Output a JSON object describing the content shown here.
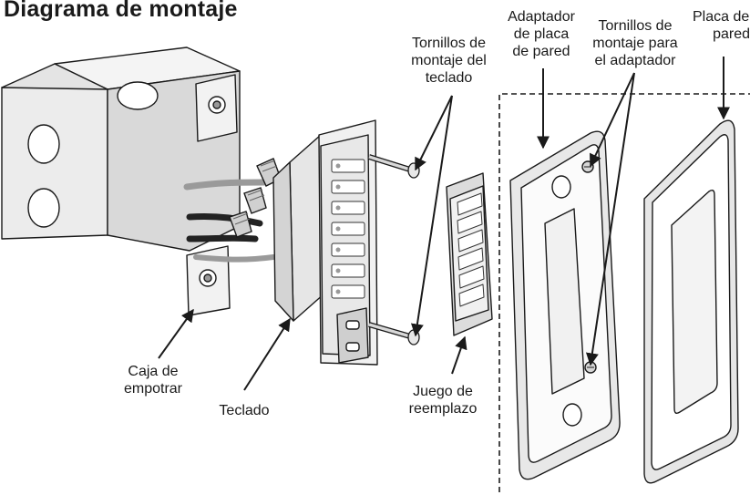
{
  "title": "Diagrama de montaje",
  "labels": {
    "caja": [
      "Caja de",
      "empotrar"
    ],
    "teclado": [
      "Teclado"
    ],
    "tornillos_teclado": [
      "Tornillos de",
      "montaje del",
      "teclado"
    ],
    "juego": [
      "Juego de",
      "reemplazo"
    ],
    "adaptador": [
      "Adaptador",
      "de placa",
      "de pared"
    ],
    "tornillos_adaptador": [
      "Tornillos de",
      "montaje para",
      "el adaptador"
    ],
    "placa": [
      "Placa de",
      "pared"
    ]
  }
}
